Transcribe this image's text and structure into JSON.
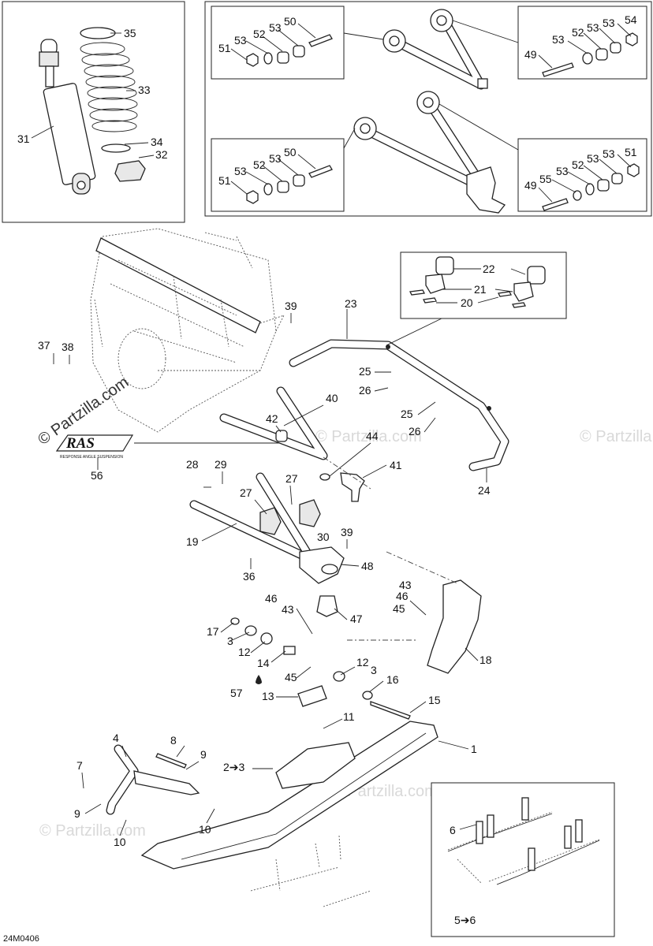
{
  "diagram_code": "24M0406",
  "watermark_text": "© Partzilla.com",
  "logo": {
    "name": "RAS",
    "tagline": "RESPONSE ANGLE SUSPENSION"
  },
  "shock_callouts": [
    "35",
    "33",
    "31",
    "34",
    "32"
  ],
  "bushing_box_top_left": [
    "51",
    "53",
    "52",
    "53",
    "50"
  ],
  "bushing_box_top_right": [
    "54",
    "53",
    "53",
    "52",
    "53",
    "49"
  ],
  "bushing_box_bottom_left": [
    "51",
    "53",
    "52",
    "53",
    "50"
  ],
  "bushing_box_bottom_right": [
    "51",
    "53",
    "53",
    "52",
    "53",
    "55",
    "49"
  ],
  "stabilizer_box_callouts": [
    "22",
    "21",
    "20"
  ],
  "main_callouts": [
    "39",
    "23",
    "37",
    "38",
    "25",
    "26",
    "40",
    "25",
    "26",
    "42",
    "44",
    "56",
    "41",
    "24",
    "28",
    "29",
    "27",
    "27",
    "30",
    "19",
    "39",
    "48",
    "36",
    "43",
    "46",
    "45",
    "47",
    "17",
    "46",
    "43",
    "3",
    "12",
    "14",
    "18",
    "45",
    "12",
    "3",
    "57",
    "16",
    "13",
    "15",
    "11",
    "1",
    "4",
    "8",
    "9",
    "7",
    "9",
    "10",
    "10"
  ],
  "ski_callout": "2➔3",
  "runner_box_callouts": [
    "6",
    "5➔6"
  ]
}
